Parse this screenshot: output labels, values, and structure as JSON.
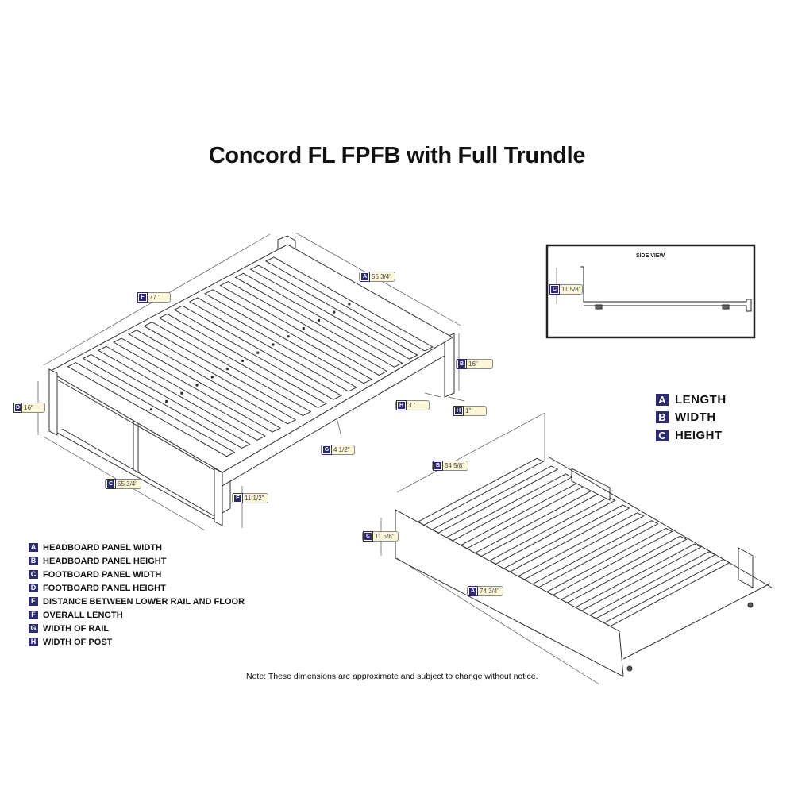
{
  "title": "Concord FL FPFB with Full Trundle",
  "colors": {
    "badge": "#2d2b6e",
    "tag_fill": "#fbf7d8",
    "line": "#333333"
  },
  "bed_dimensions": [
    {
      "letter": "A",
      "value": "55 3/4\""
    },
    {
      "letter": "F",
      "value": "77 \""
    },
    {
      "letter": "B",
      "value": "16\""
    },
    {
      "letter": "D",
      "value": "16\""
    },
    {
      "letter": "H",
      "value": "3 \""
    },
    {
      "letter": "H",
      "value": "1\""
    },
    {
      "letter": "G",
      "value": "4 1/2\""
    },
    {
      "letter": "C",
      "value": "55 3/4\""
    },
    {
      "letter": "E",
      "value": "11 1/2\""
    }
  ],
  "trundle_dimensions": [
    {
      "letter": "B",
      "value": "54 5/8\""
    },
    {
      "letter": "C",
      "value": "11 5/8\""
    },
    {
      "letter": "A",
      "value": "74 3/4\""
    }
  ],
  "side_view": {
    "title": "SIDE VIEW",
    "dimension": {
      "letter": "C",
      "value": "11 5/8\""
    }
  },
  "key": [
    {
      "letter": "A",
      "label": "LENGTH"
    },
    {
      "letter": "B",
      "label": "WIDTH"
    },
    {
      "letter": "C",
      "label": "HEIGHT"
    }
  ],
  "parts": [
    {
      "letter": "A",
      "label": "HEADBOARD PANEL WIDTH"
    },
    {
      "letter": "B",
      "label": "HEADBOARD PANEL HEIGHT"
    },
    {
      "letter": "C",
      "label": "FOOTBOARD PANEL WIDTH"
    },
    {
      "letter": "D",
      "label": "FOOTBOARD PANEL HEIGHT"
    },
    {
      "letter": "E",
      "label": "DISTANCE BETWEEN LOWER RAIL AND FLOOR"
    },
    {
      "letter": "F",
      "label": "OVERALL LENGTH"
    },
    {
      "letter": "G",
      "label": "WIDTH OF RAIL"
    },
    {
      "letter": "H",
      "label": "WIDTH OF POST"
    }
  ],
  "note": "Note:  These dimensions are approximate and subject to change without notice."
}
